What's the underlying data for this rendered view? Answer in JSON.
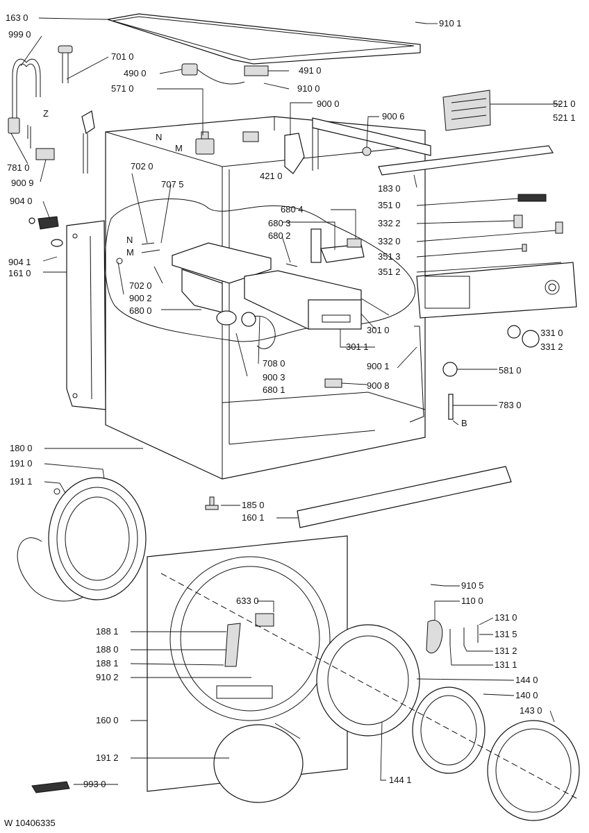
{
  "drawing_number": "W 10406335",
  "labels": {
    "l163_0": "163 0",
    "l999_0": "999 0",
    "l701_0": "701 0",
    "l490_0": "490 0",
    "l571_0": "571 0",
    "l910_1": "910 1",
    "l491_0": "491 0",
    "l910_0": "910 0",
    "l900_0": "900 0",
    "l900_6": "900 6",
    "z": "Z",
    "n_top": "N",
    "m_top": "M",
    "l521_0": "521 0",
    "l521_1": "521 1",
    "l781_0": "781 0",
    "l900_9": "900 9",
    "l702_0_a": "702 0",
    "l707_5": "707 5",
    "l421_0": "421 0",
    "l183_0": "183 0",
    "l904_0": "904 0",
    "l351_0": "351 0",
    "l680_4": "680 4",
    "l332_2": "332 2",
    "l680_3": "680 3",
    "l680_2": "680 2",
    "l332_0": "332 0",
    "n_mid": "N",
    "m_mid": "M",
    "l351_3": "351 3",
    "l904_1": "904 1",
    "l161_0": "161 0",
    "l351_2": "351 2",
    "l702_0_b": "702 0",
    "l900_2": "900 2",
    "l680_0": "680 0",
    "l301_0": "301 0",
    "l331_0": "331 0",
    "l331_2": "331 2",
    "l301_1": "301 1",
    "l708_0": "708 0",
    "l900_1": "900 1",
    "l581_0": "581 0",
    "l900_3": "900 3",
    "l900_8": "900 8",
    "l680_1": "680 1",
    "l783_0": "783 0",
    "b": "B",
    "l180_0": "180 0",
    "l191_0": "191 0",
    "l191_1": "191 1",
    "l185_0": "185 0",
    "l160_1": "160 1",
    "l910_5": "910 5",
    "l110_0": "110 0",
    "l633_0": "633 0",
    "l131_0": "131 0",
    "l188_1_a": "188 1",
    "l131_5": "131 5",
    "l188_0": "188 0",
    "l131_2": "131 2",
    "l188_1_b": "188 1",
    "l131_1": "131 1",
    "l910_2": "910 2",
    "l144_0": "144 0",
    "l140_0": "140 0",
    "l143_0": "143 0",
    "l160_0": "160 0",
    "l191_2": "191 2",
    "l144_1": "144 1",
    "l993_0": "993 0"
  }
}
